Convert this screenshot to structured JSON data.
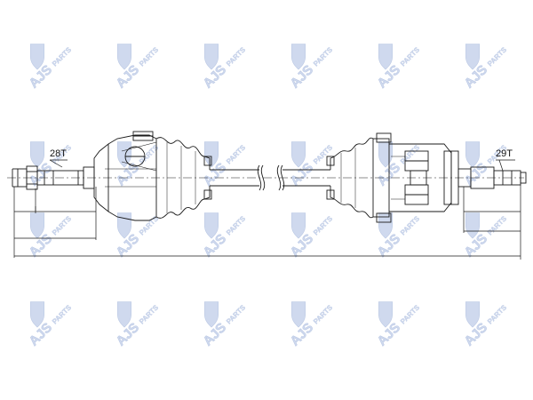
{
  "watermark": {
    "brand": "AJS",
    "sub": "PARTS",
    "logo_icon": "ajs-parts-logo-icon",
    "fill_color": "#cfd9ee",
    "stroke_color": "#b9c7e3"
  },
  "drawing": {
    "left_spline_label": "28T",
    "right_spline_label": "29T",
    "line_color": "#1a1a1a",
    "hatch_color": "#444444"
  }
}
